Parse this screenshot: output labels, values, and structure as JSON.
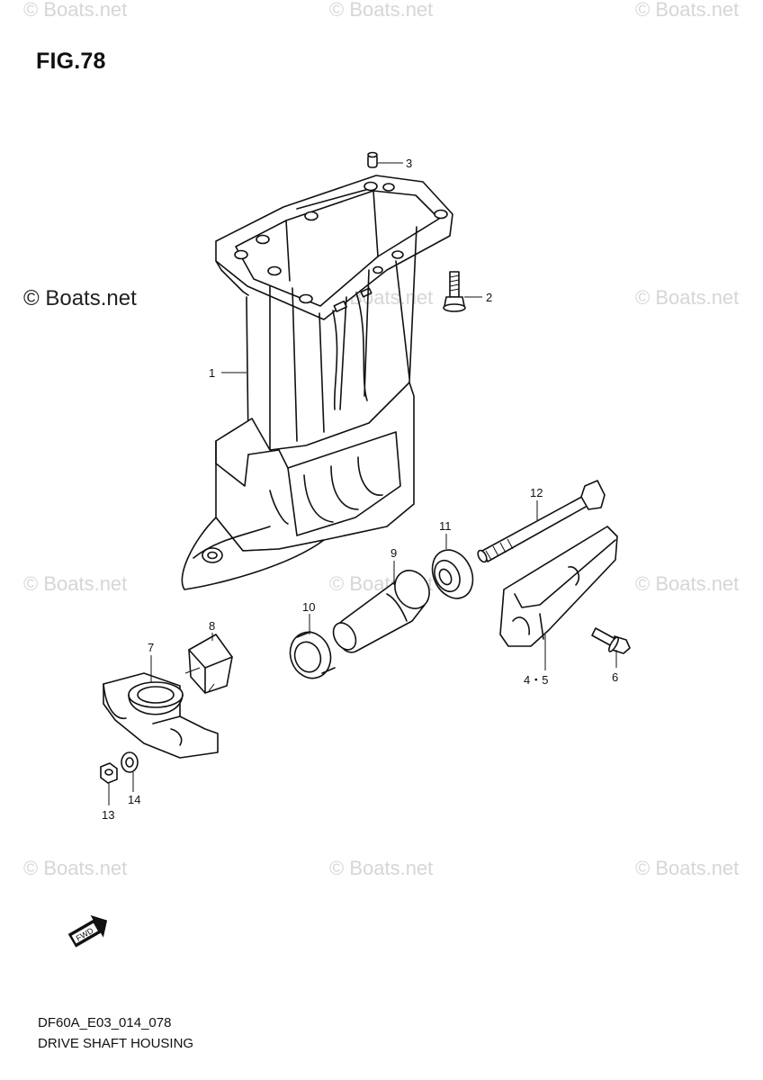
{
  "figure": {
    "title": "FIG.78",
    "code": "DF60A_E03_014_078",
    "name": "DRIVE SHAFT HOUSING"
  },
  "watermark": {
    "text": "© Boats.net",
    "featured_text": "© Boats.net"
  },
  "fwd_badge": {
    "label": "FWD"
  },
  "callouts": {
    "p1": "1",
    "p2": "2",
    "p3": "3",
    "p45": "4・5",
    "p6": "6",
    "p7": "7",
    "p8": "8",
    "p9": "9",
    "p10": "10",
    "p11": "11",
    "p12": "12",
    "p13": "13",
    "p14": "14"
  }
}
